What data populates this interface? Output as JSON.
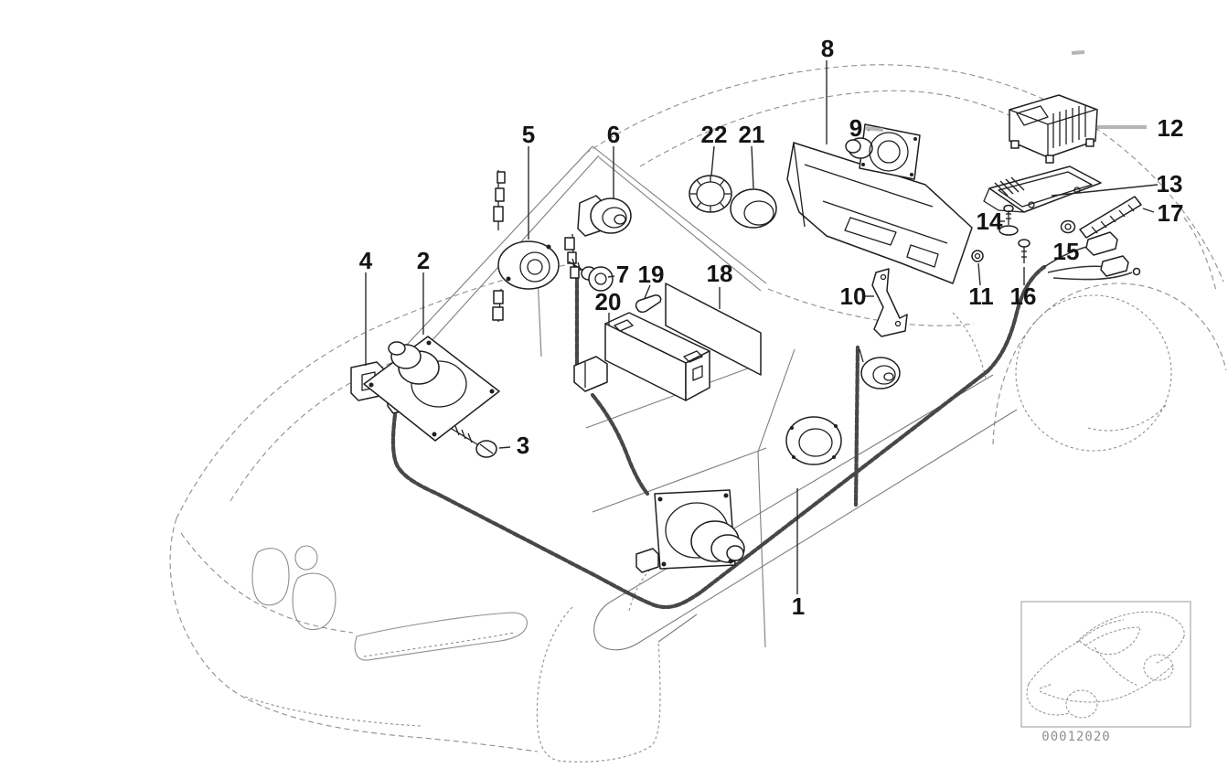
{
  "diagram": {
    "code": "00012020",
    "callouts": [
      {
        "label": "1"
      },
      {
        "label": "2"
      },
      {
        "label": "3"
      },
      {
        "label": "4"
      },
      {
        "label": "5"
      },
      {
        "label": "6"
      },
      {
        "label": "7"
      },
      {
        "label": "8"
      },
      {
        "label": "9"
      },
      {
        "label": "10"
      },
      {
        "label": "11"
      },
      {
        "label": "12"
      },
      {
        "label": "13"
      },
      {
        "label": "14"
      },
      {
        "label": "15"
      },
      {
        "label": "16"
      },
      {
        "label": "17"
      },
      {
        "label": "18"
      },
      {
        "label": "19"
      },
      {
        "label": "20"
      },
      {
        "label": "21"
      },
      {
        "label": "22"
      }
    ]
  },
  "colors": {
    "background": "#ffffff",
    "part_line": "#1f1f1f",
    "body_line": "#8e8e8e",
    "harness_line": "#474747",
    "leader_gray": "#b5b5b5",
    "code_text": "#8f8f8f"
  }
}
